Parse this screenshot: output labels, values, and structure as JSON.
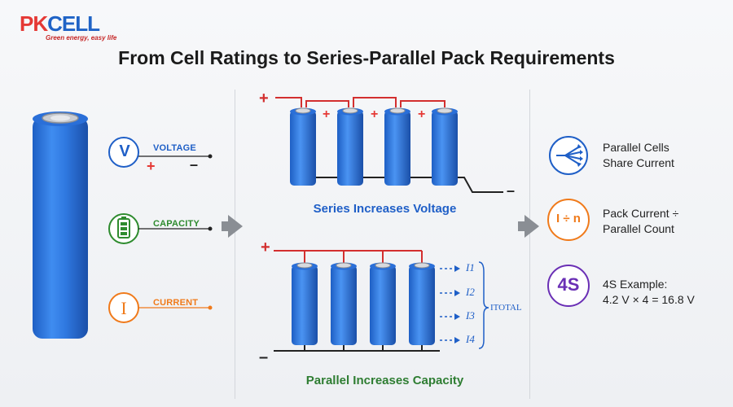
{
  "brand": {
    "name_prefix": "PK",
    "name_suffix": "CELL",
    "tagline": "Green energy, easy life"
  },
  "title": "From Cell Ratings to Series-Parallel Pack Requirements",
  "ratings": {
    "voltage": {
      "label": "VOLTAGE",
      "icon_text": "V",
      "plus": "+",
      "minus": "–",
      "color": "#1f5fc7"
    },
    "capacity": {
      "label": "CAPACITY",
      "color": "#2e8b2e"
    },
    "current": {
      "label": "CURRENT",
      "icon_text": "I",
      "color": "#f07a1a"
    }
  },
  "series": {
    "caption": "Series Increases Voltage",
    "caption_color": "#1f5fc7",
    "plus": "+",
    "minus": "–",
    "between_plus": [
      "+",
      "+",
      "+"
    ]
  },
  "parallel": {
    "caption": "Parallel Increases Capacity",
    "caption_color": "#2e7d32",
    "plus": "+",
    "minus": "–",
    "branch_labels": [
      "I1",
      "I2",
      "I3",
      "I4"
    ],
    "total_label": "ITOTAL"
  },
  "requirements": [
    {
      "icon": "share-current-icon",
      "line1": "Parallel Cells",
      "line2": "Share Current",
      "color": "#1f5fc7"
    },
    {
      "icon": "divide-icon",
      "icon_text": "I ÷ n",
      "line1": "Pack Current ÷",
      "line2": "Parallel Count",
      "color": "#f07a1a"
    },
    {
      "icon": "4s-icon",
      "icon_text": "4S",
      "line1": "4S Example:",
      "line2": "4.2 V × 4 = 16.8 V",
      "color": "#6a2fb5"
    }
  ]
}
